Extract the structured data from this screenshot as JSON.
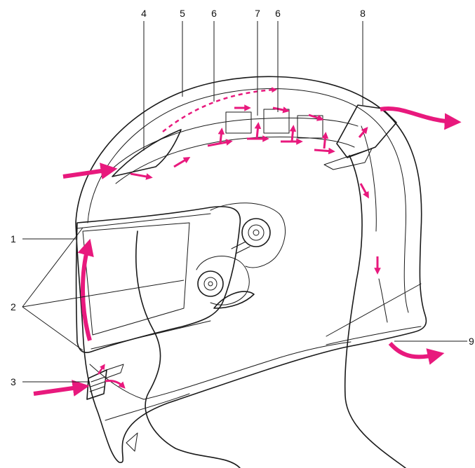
{
  "diagram": {
    "callouts": [
      {
        "id": "c1",
        "label": "1"
      },
      {
        "id": "c2",
        "label": "2"
      },
      {
        "id": "c3",
        "label": "3"
      },
      {
        "id": "c4",
        "label": "4"
      },
      {
        "id": "c5",
        "label": "5"
      },
      {
        "id": "c6a",
        "label": "6"
      },
      {
        "id": "c7",
        "label": "7"
      },
      {
        "id": "c6b",
        "label": "6"
      },
      {
        "id": "c8",
        "label": "8"
      },
      {
        "id": "c9",
        "label": "9"
      }
    ],
    "colors": {
      "airflow": "#e8197d",
      "line_art": "#1a1a1a",
      "background": "#ffffff"
    },
    "icons": {
      "airflow_arrow": "airflow-arrow-icon",
      "visor_mechanism": "visor-pivot-icon"
    }
  }
}
